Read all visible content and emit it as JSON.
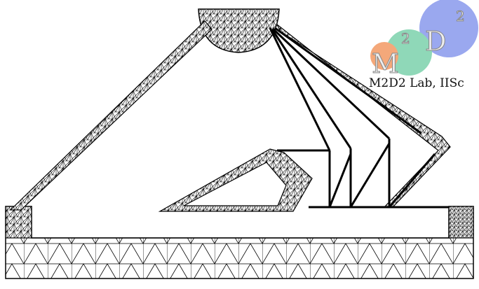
{
  "logo": {
    "mark": "M2D2",
    "caption": "M2D2 Lab, IISc",
    "colors": {
      "orange": "#f4a87a",
      "green": "#8fd8b8",
      "blue": "#9aa8ef"
    }
  },
  "figure": {
    "description_type": "topology-optimized-mesh-structure",
    "line_color": "#000000"
  }
}
